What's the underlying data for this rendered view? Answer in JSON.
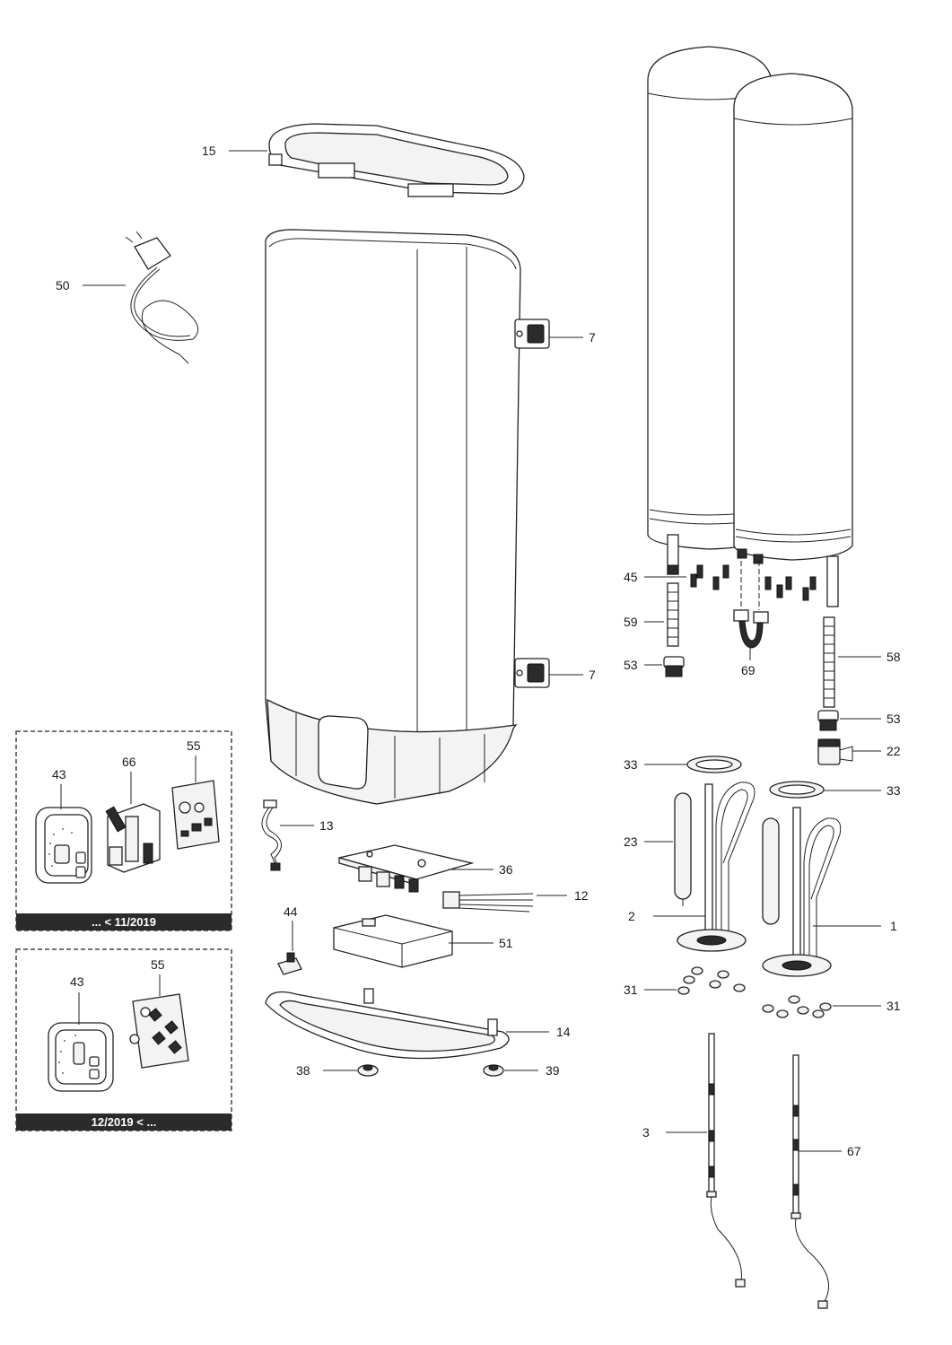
{
  "labels": {
    "l15": "15",
    "l50": "50",
    "l7a": "7",
    "l7b": "7",
    "l45": "45",
    "l59": "59",
    "l69": "69",
    "l58": "58",
    "l53a": "53",
    "l53b": "53",
    "l22": "22",
    "l33a": "33",
    "l33b": "33",
    "l23": "23",
    "l2": "2",
    "l1": "1",
    "l31a": "31",
    "l31b": "31",
    "l13": "13",
    "l36": "36",
    "l12": "12",
    "l44": "44",
    "l51": "51",
    "l14": "14",
    "l38": "38",
    "l39": "39",
    "l3": "3",
    "l67": "67"
  },
  "inset_old": {
    "l43": "43",
    "l66": "66",
    "l55": "55",
    "banner": "... < 11/2019"
  },
  "inset_new": {
    "l43": "43",
    "l55": "55",
    "banner": "12/2019 < ..."
  }
}
